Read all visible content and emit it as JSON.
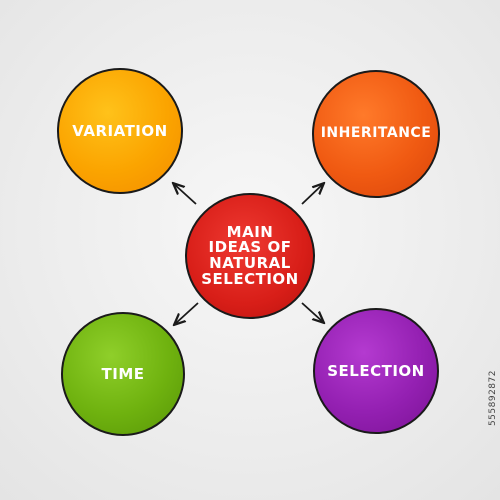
{
  "diagram": {
    "center": {
      "label": "MAIN IDEAS OF NATURAL SELECTION"
    },
    "nodes": {
      "variation": {
        "label": "VARIATION"
      },
      "inheritance": {
        "label": "INHERITANCE"
      },
      "time": {
        "label": "TIME"
      },
      "selection": {
        "label": "SELECTION"
      }
    }
  },
  "colors": {
    "variation": "#fba400",
    "inheritance": "#f05a12",
    "center": "#d81e18",
    "time": "#6fb20f",
    "selection": "#9420b2"
  },
  "watermark": {
    "stock_id": "555892872"
  }
}
